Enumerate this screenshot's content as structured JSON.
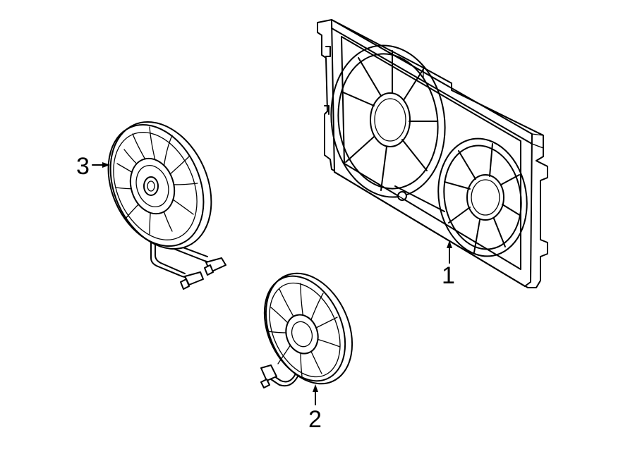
{
  "callouts": [
    {
      "id": "1",
      "label": "1",
      "part": "fan-shroud"
    },
    {
      "id": "2",
      "label": "2",
      "part": "fan-motor-small"
    },
    {
      "id": "3",
      "label": "3",
      "part": "fan-motor-large"
    }
  ],
  "colors": {
    "line": "#000000",
    "background": "#ffffff"
  }
}
